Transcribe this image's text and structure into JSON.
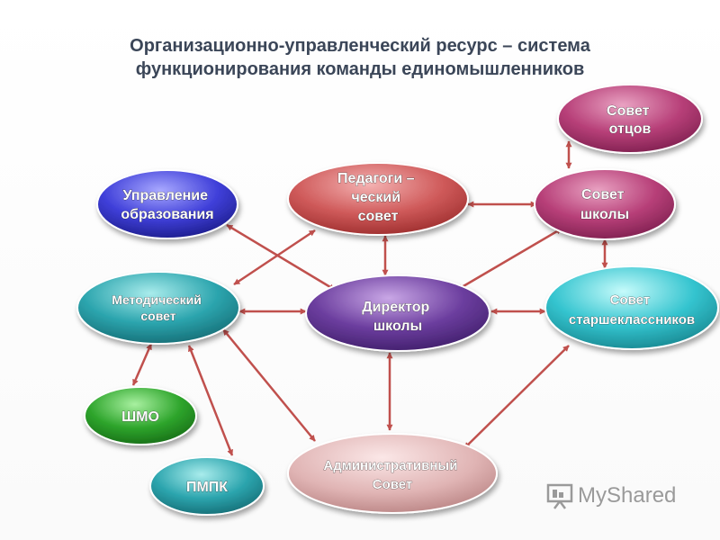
{
  "title": {
    "line1": "Организационно-управленческий ресурс – система",
    "line2": "функционирования команды единомышленников"
  },
  "nodes": {
    "sovet_ottsov": [
      "Совет",
      "отцов"
    ],
    "upravlenie": [
      "Управление",
      "образования"
    ],
    "pedsovet": [
      "Педагоги –",
      "ческий",
      "совет"
    ],
    "sovet_shkoly": [
      "Совет",
      "школы"
    ],
    "metod_sovet": [
      "Методический",
      "совет"
    ],
    "direktor": [
      "Директор",
      "школы"
    ],
    "sovet_starsheklassnikov": [
      "Совет",
      "старшеклассников"
    ],
    "shmo": [
      "ШМО"
    ],
    "pmpk": [
      "ПМПК"
    ],
    "admin_sovet": [
      "Административный",
      "Совет"
    ]
  },
  "colors": {
    "arrow": "#c0504d",
    "title": "#3b4658"
  },
  "watermark": {
    "text": "MyShared",
    "icon": "presentation-board-icon"
  }
}
